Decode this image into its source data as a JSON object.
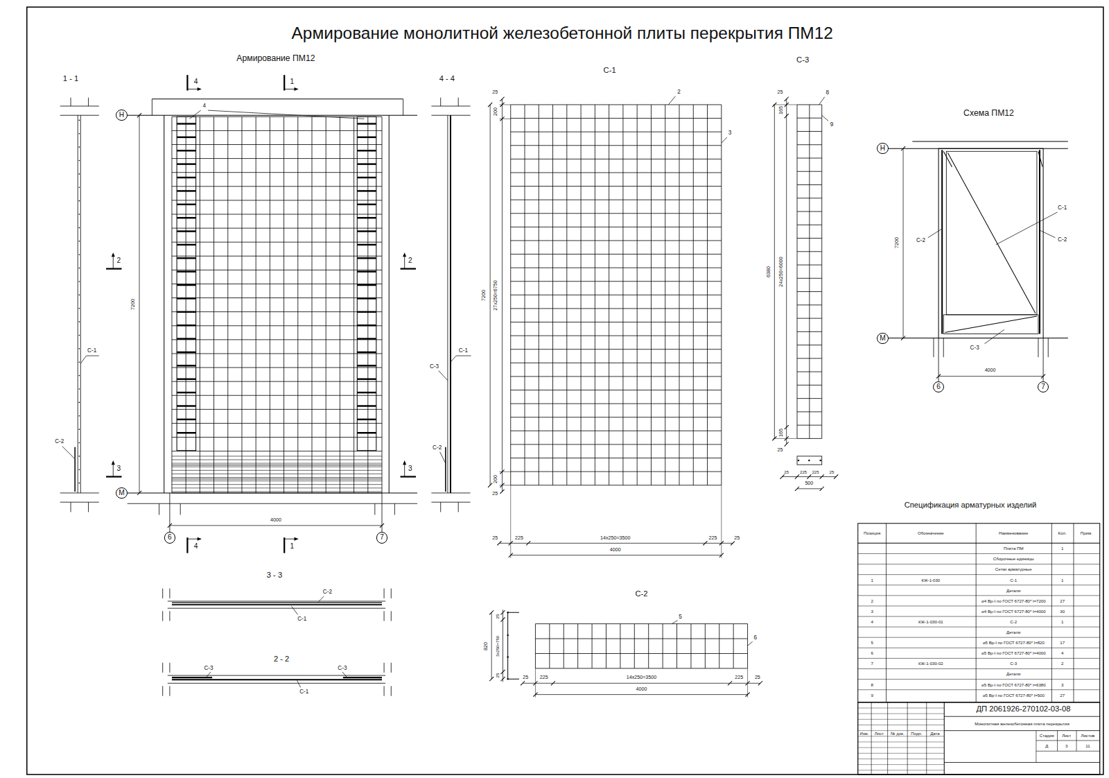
{
  "diagram": {
    "title": "Армирование монолитной железобетонной плиты перекрытия ПМ12",
    "nodes": [
      {
        "text": [
          "Н"
        ]
      },
      {
        "text": [
          "М"
        ]
      },
      {
        "text": [
          "6"
        ]
      },
      {
        "text": [
          "7"
        ]
      },
      {
        "text": [
          "Н"
        ]
      },
      {
        "text": [
          "М"
        ]
      },
      {
        "text": [
          "6"
        ]
      },
      {
        "text": [
          "7"
        ]
      }
    ],
    "labels": [
      "Армирование ПМ12",
      "1 - 1",
      "4 - 4",
      "С-1",
      "С-3",
      "Схема ПМ12",
      "4",
      "1",
      "2",
      "2",
      "3",
      "3",
      "4",
      "1",
      "4",
      "7200",
      "4000",
      "С-1",
      "С-2",
      "С-1",
      "С-3",
      "С-2",
      "25",
      "200",
      "27х250=6750",
      "200",
      "25",
      "7200",
      "2",
      "3",
      "25",
      "225",
      "14х250=3500",
      "225",
      "25",
      "4000",
      "25",
      "165",
      "24х250=6000",
      "165",
      "25",
      "6380",
      "8",
      "9",
      "25",
      "225",
      "225",
      "25",
      "500",
      "С-2",
      "5",
      "6",
      "820",
      "25",
      "3х250=750",
      "25",
      "25",
      "225",
      "14х250=3500",
      "225",
      "25",
      "4000",
      "7200",
      "4000",
      "С-1",
      "С-2",
      "С-2",
      "С-3",
      "3 - 3",
      "С-2",
      "С-1",
      "2 - 2",
      "С-3",
      "С-3",
      "С-1",
      "Спецификация арматурных изделий",
      "Позиция",
      "Обозначение",
      "Наименование",
      "Кол.",
      "Прим.",
      "Плита ПМ",
      "1",
      "Сборочные единицы",
      "Сетки арматурные",
      "1",
      "КЖ-1-030",
      "С-1",
      "1",
      "Детали",
      "2",
      "⌀4 Вр-I по ГОСТ 6727-80* l=7200",
      "27",
      "3",
      "⌀4 Вр-I по ГОСТ 6727-80* l=4000",
      "30",
      "4",
      "КЖ-1-030-01",
      "С-2",
      "1",
      "Детали",
      "5",
      "⌀5 Вр-I по ГОСТ 6727-80* l=820",
      "17",
      "6",
      "⌀5 Вр-I по ГОСТ 6727-80* l=4000",
      "4",
      "7",
      "КЖ-1-030-02",
      "С-3",
      "2",
      "Детали",
      "8",
      "⌀5 Вр-I по ГОСТ 6727-80* l=6380",
      "3",
      "9",
      "⌀5 Вр-I по ГОСТ 6727-80* l=500",
      "27",
      "ДП 2061926-270102-03-08",
      "Изм.",
      "Лист",
      "№ док.",
      "Подп.",
      "Дата",
      "Монолитная железобетонная плита перекрытия",
      "Стадия",
      "Лист",
      "Листов",
      "Д",
      "3",
      "11"
    ]
  }
}
